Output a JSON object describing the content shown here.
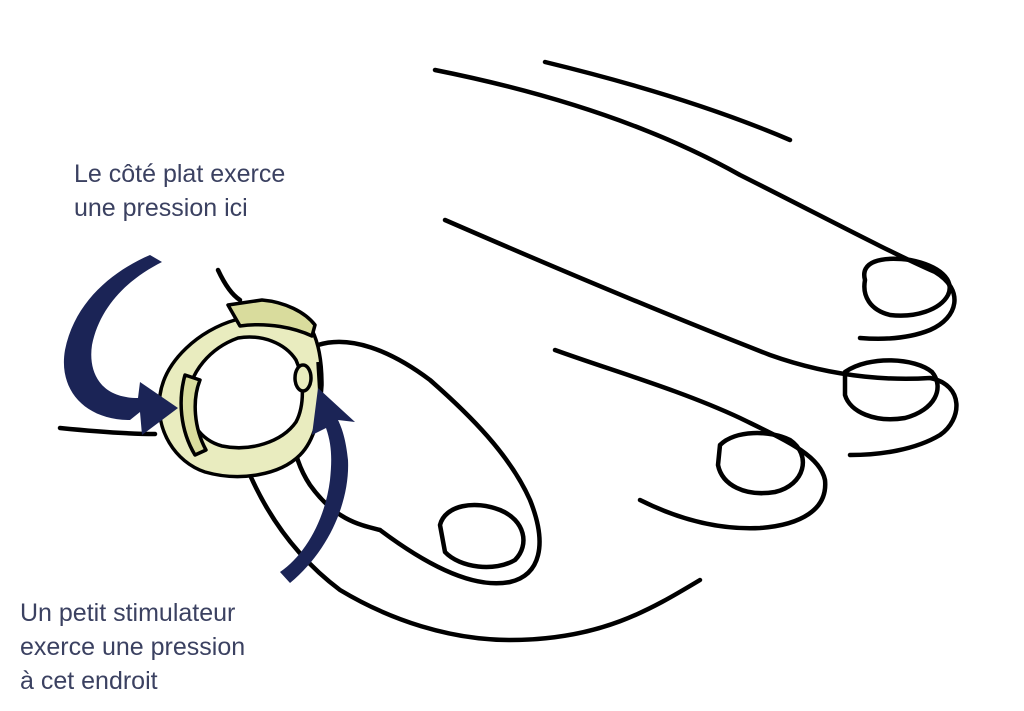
{
  "labels": {
    "flat_side": {
      "line1": "Le côté plat exerce",
      "line2": "une pression ici"
    },
    "stimulator": {
      "line1": "Un petit stimulateur",
      "line2": "exerce une pression",
      "line3": "à cet endroit"
    }
  },
  "colors": {
    "label_text": "#3b4161",
    "arrow": "#1b2456",
    "ring_fill": "#e9ecbf",
    "ring_shade": "#d9dc9d",
    "outline": "#000000"
  },
  "icons": {
    "arrow_flat_side": "curved-arrow-icon",
    "arrow_stimulator": "curved-arrow-icon"
  }
}
